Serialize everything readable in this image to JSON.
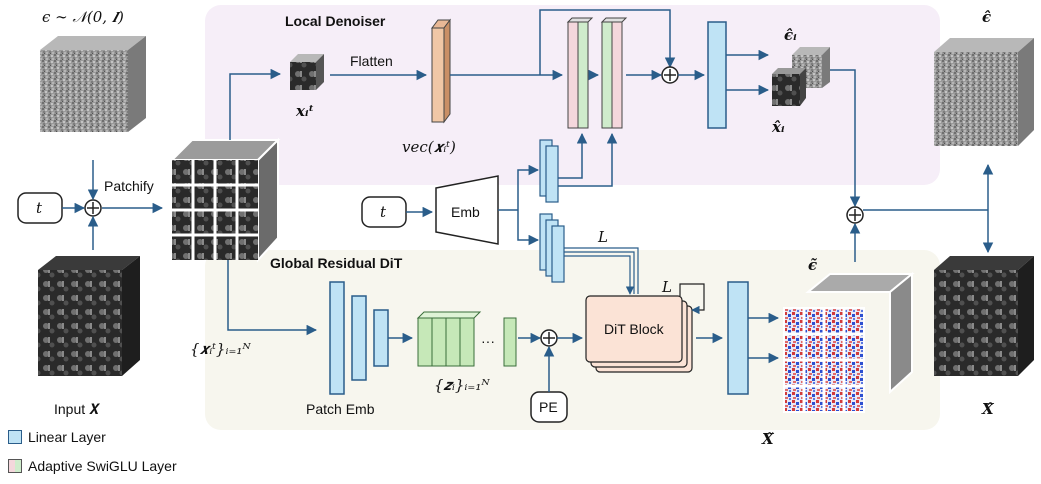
{
  "labels": {
    "noise_input": "ϵ ∼ 𝒩(0, 𝑰)",
    "local_denoiser": "Local Denoiser",
    "global_dit": "Global Residual DiT",
    "flatten": "Flatten",
    "patchify": "Patchify",
    "emb": "Emb",
    "t_left": "t",
    "t_mid": "t",
    "patch_emb": "Patch Emb",
    "pe": "PE",
    "dit_block": "DiT Block",
    "L_top": "L",
    "L_side": "L",
    "ellipsis": "···",
    "input_x": "Input 𝑿",
    "x_i_t": "𝒙ᵢᵗ",
    "vec_x": "vec(𝒙ᵢᵗ)",
    "eps_i_hat": "𝝐̂ᵢ",
    "x_i_hat": "𝒙̂ᵢ",
    "x_set": "{𝒙ᵢᵗ}ᵢ₌₁ᴺ",
    "z_set": "{𝒛ᵢ}ᵢ₌₁ᴺ",
    "eps_tilde": "𝝐̃",
    "x_tilde": "𝑿̃",
    "eps_hat": "𝝐̂",
    "x_hat": "𝑿̂"
  },
  "legend": [
    {
      "label": "Linear Layer",
      "kind": "linear"
    },
    {
      "label": "Adaptive SwiGLU Layer",
      "kind": "swiglu"
    }
  ],
  "colors": {
    "arrow": "#2a5d8a",
    "linear_fill": "#bfe3f5",
    "swiglu_pink": "#f4d7dc",
    "swiglu_green": "#cfeccc",
    "local_bg": "#f6eef8",
    "global_bg": "#f7f6ee",
    "patch_emb_green": "#c6e8b8",
    "vec_orange": "#f0c7a6"
  },
  "icons": [
    "noise-cube",
    "ct-cube",
    "patch-grid-cube",
    "noise-cube-output",
    "ct-cube-output",
    "residual-cube"
  ]
}
